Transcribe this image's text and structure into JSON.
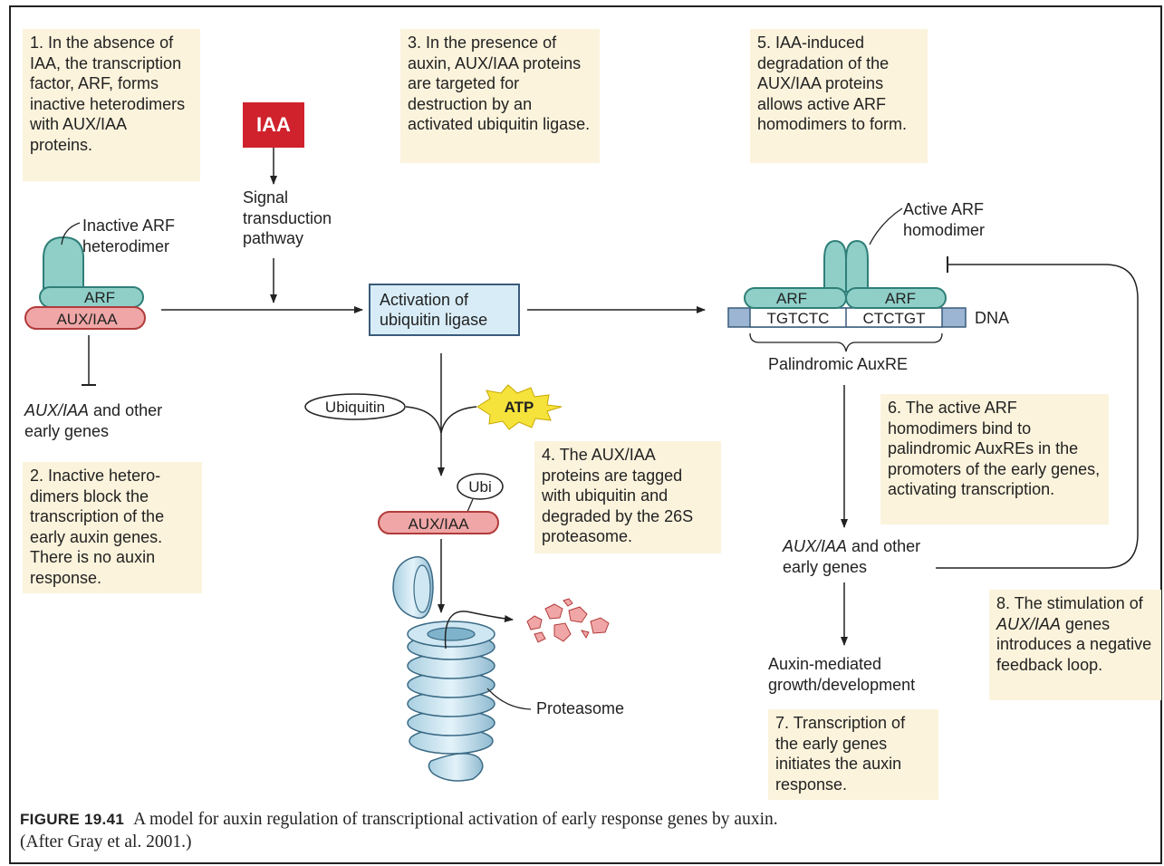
{
  "notes": {
    "n1": "1. In the absence of IAA, the transcription factor, ARF, forms inactive heterodimers with AUX/IAA proteins.",
    "n2": "2. Inactive hetero-dimers block the transcription of the early auxin genes. There is no auxin response.",
    "n3": "3. In the presence of auxin, AUX/IAA proteins are targeted for destruction by an activated ubiquitin ligase.",
    "n4": "4. The AUX/IAA proteins are tagged with ubiquitin and degraded by the 26S proteasome.",
    "n5": "5. IAA-induced degradation of the AUX/IAA proteins allows active ARF homodimers to form.",
    "n6": "6. The active ARF homodimers bind to palindromic AuxREs in the promoters of the early genes, activating transcription.",
    "n7": "7. Transcription of the early genes initiates the auxin response.",
    "n8_pre": "8. The stimulation of ",
    "n8_it": "AUX/IAA",
    "n8_post": " genes introduces a negative feedback loop."
  },
  "labels": {
    "iaa": "IAA",
    "signal": "Signal transduction pathway",
    "inactive_arf": "Inactive ARF heterodimer",
    "arf": "ARF",
    "aux_iaa": "AUX/IAA",
    "genes_it": "AUX/IAA",
    "genes_rest": " and other early genes",
    "ligase": "Activation of ubiquitin ligase",
    "ubiquitin": "Ubiquitin",
    "atp": "ATP",
    "ubi": "Ubi",
    "proteasome": "Proteasome",
    "active_arf": "Active ARF homodimer",
    "seq_left": "TGTCTC",
    "seq_right": "CTCTGT",
    "dna": "DNA",
    "palindromic": "Palindromic AuxRE",
    "growth": "Auxin-mediated growth/development"
  },
  "caption": {
    "figure": "FIGURE 19.41",
    "text": "A model for auxin regulation of transcriptional activation of early response genes by auxin. (After Gray et al. 2001.)"
  },
  "colors": {
    "note_bg": "#fbf3dc",
    "iaa_red": "#d0222c",
    "arf_teal": "#8fcfc8",
    "aux_pink": "#f0a6a6",
    "ligase_blue": "#d7ecf7",
    "atp_yellow": "#f5e23a",
    "dna_blue": "#9bb5d3"
  }
}
